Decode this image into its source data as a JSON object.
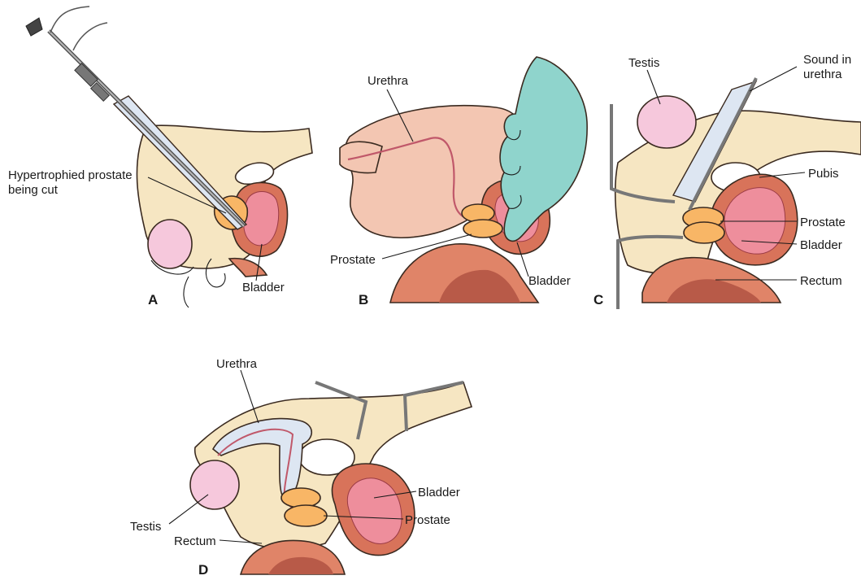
{
  "panels": {
    "a": {
      "letter": "A",
      "labels": {
        "hypertrophied_line1": "Hypertrophied prostate",
        "hypertrophied_line2": "being cut",
        "bladder": "Bladder"
      }
    },
    "b": {
      "letter": "B",
      "labels": {
        "urethra": "Urethra",
        "prostate": "Prostate",
        "bladder": "Bladder"
      }
    },
    "c": {
      "letter": "C",
      "labels": {
        "testis": "Testis",
        "sound_line1": "Sound in",
        "sound_line2": "urethra",
        "pubis": "Pubis",
        "prostate": "Prostate",
        "bladder": "Bladder",
        "rectum": "Rectum"
      }
    },
    "d": {
      "letter": "D",
      "labels": {
        "urethra": "Urethra",
        "bladder": "Bladder",
        "prostate": "Prostate",
        "testis": "Testis",
        "rectum": "Rectum"
      }
    }
  },
  "colors": {
    "tissue": "#f6e6c2",
    "bladder_wall": "#d8735a",
    "bladder_lumen": "#ee8e9c",
    "prostate": "#f8b666",
    "testis": "#f6c8dc",
    "urethra_tube": "#dde6f2",
    "skin": "#f3c6b2",
    "rectum": "#e08468",
    "glove": "#8fd4cc",
    "instrument": "#8a8a8a"
  }
}
